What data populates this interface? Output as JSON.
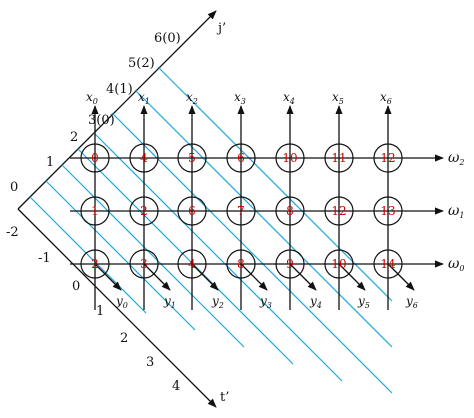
{
  "axis_j_label": "j’",
  "axis_t_label": "t’",
  "j_axis_ticks": [
    "2",
    "3(0)",
    "4(1)",
    "5(2)",
    "6(0)"
  ],
  "t_axis_ticks": [
    "0",
    "1",
    "2",
    "3",
    "4"
  ],
  "left_labels": [
    "1",
    "0",
    "-2",
    "-1"
  ],
  "x_labels": [
    {
      "base": "x",
      "sub": "0"
    },
    {
      "base": "x",
      "sub": "1"
    },
    {
      "base": "x",
      "sub": "2"
    },
    {
      "base": "x",
      "sub": "3"
    },
    {
      "base": "x",
      "sub": "4"
    },
    {
      "base": "x",
      "sub": "5"
    },
    {
      "base": "x",
      "sub": "6"
    }
  ],
  "y_labels": [
    {
      "base": "y",
      "sub": "0"
    },
    {
      "base": "y",
      "sub": "1"
    },
    {
      "base": "y",
      "sub": "2"
    },
    {
      "base": "y",
      "sub": "3"
    },
    {
      "base": "y",
      "sub": "4"
    },
    {
      "base": "y",
      "sub": "5"
    },
    {
      "base": "y",
      "sub": "6"
    }
  ],
  "omega_labels": [
    {
      "base": "ω",
      "sub": "2"
    },
    {
      "base": "ω",
      "sub": "1"
    },
    {
      "base": "ω",
      "sub": "0"
    }
  ],
  "grid_values": [
    [
      "0",
      "4",
      "5",
      "6",
      "10",
      "11",
      "12"
    ],
    [
      "1",
      "2",
      "6",
      "7",
      "8",
      "12",
      "13"
    ],
    [
      "2",
      "3",
      "4",
      "8",
      "9",
      "10",
      "14"
    ]
  ],
  "colors": {
    "axis": "#111111",
    "diagonal": "#22a7d6",
    "value": "#d00000"
  }
}
